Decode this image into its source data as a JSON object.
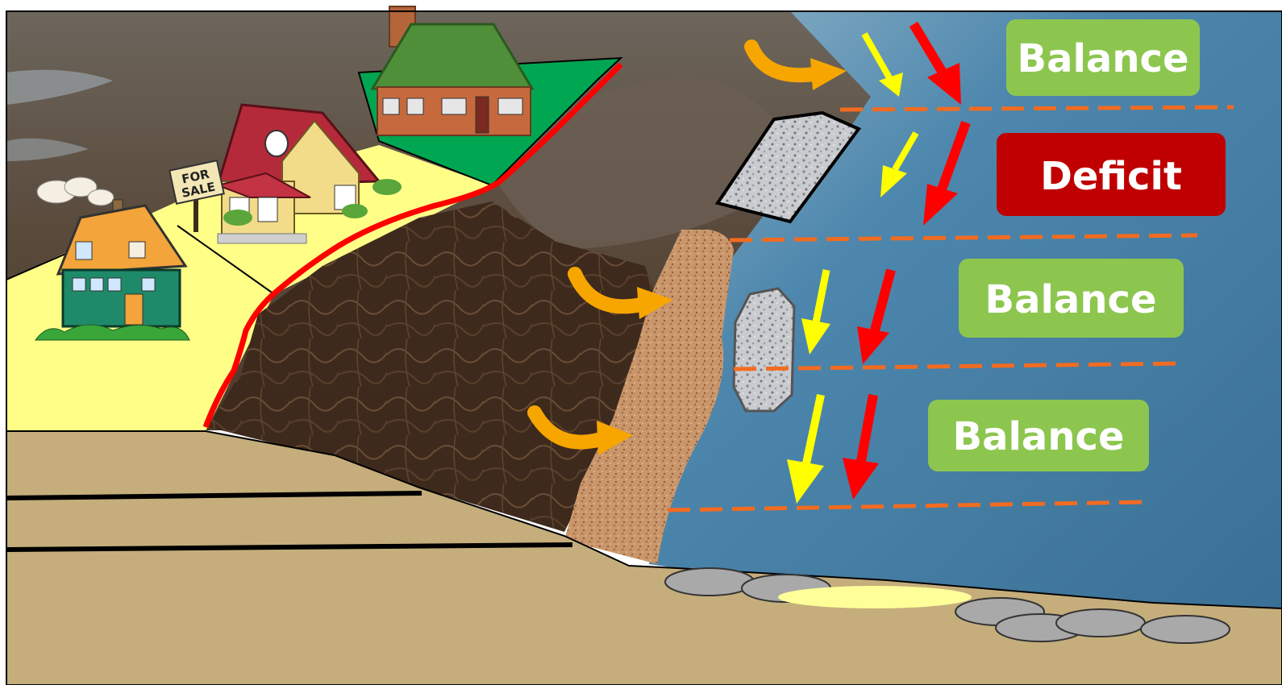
{
  "labels": {
    "band_1": "Balance",
    "band_2": "Deficit",
    "band_3": "Balance",
    "band_4": "Balance"
  },
  "signs": {
    "for_sale_line1": "FOR",
    "for_sale_line2": "SALE"
  },
  "colors": {
    "balance_fill": "#8DC64F",
    "deficit_fill": "#C00000",
    "label_text": "#ffffff",
    "boundary_dash": "#F26B21",
    "supply_arrow": "#FFFF00",
    "demand_arrow": "#FF0000",
    "sediment_arrow": "#F7A600",
    "cliff_edge_line": "#FF0000",
    "lot_yellow": "#FFFF88",
    "lot_green": "#00A651",
    "ocean": "#3E7EA6",
    "sand": "#C5AE7C"
  },
  "icons": [
    "house-icon",
    "for-sale-sign-icon",
    "chimney-smoke-icon",
    "rock-icon",
    "arrow-icon"
  ]
}
